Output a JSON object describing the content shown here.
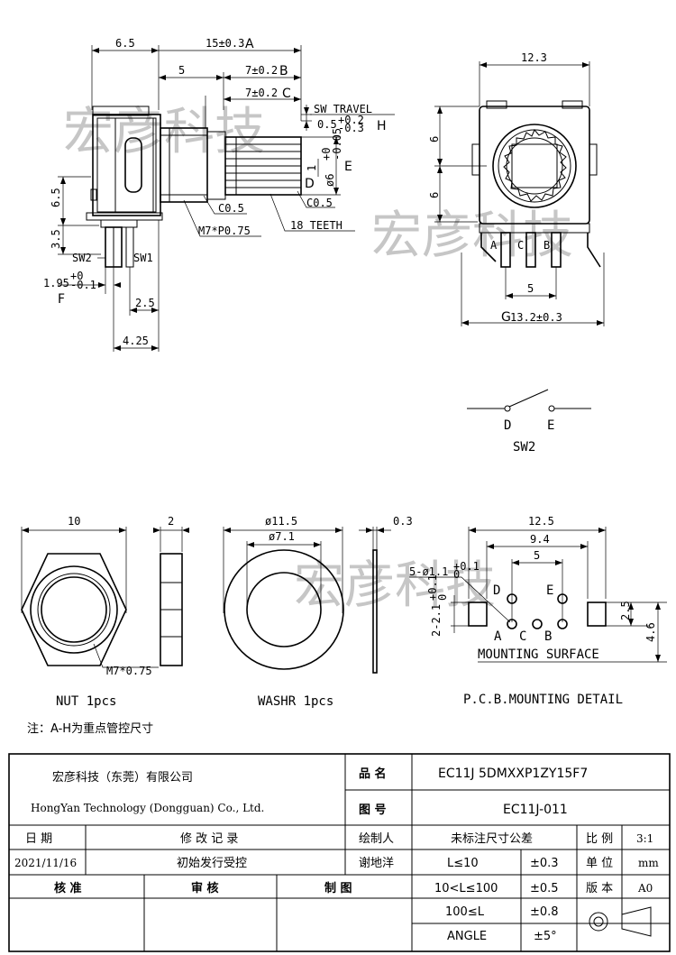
{
  "side_view": {
    "dims": {
      "d6_5_top": "6.5",
      "d15": "15±0.3",
      "lblA": "A",
      "d5": "5",
      "d7B": "7±0.2",
      "lblB": "B",
      "d7C": "7±0.2",
      "lblC": "C",
      "sw_travel": "SW TRAVEL",
      "sw_travel_tol": "0.5",
      "sw_travel_plus": "+0.2",
      "sw_travel_minus": "-0.3",
      "lblH": "H",
      "d1": "1",
      "dia6": "ø6",
      "dia6_plus": "+0",
      "dia6_minus": "-0.05",
      "lblE": "E",
      "lblD": "D",
      "c05a": "C0.5",
      "c05b": "C0.5",
      "d6_5_left": "6.5",
      "m7": "M7*P0.75",
      "teeth": "18 TEETH",
      "d3_5": "3.5",
      "sw2": "SW2",
      "sw1": "SW1",
      "d1_95": "1.95",
      "d1_95_plus": "+0",
      "d1_95_minus": "-0.1",
      "lblF": "F",
      "d2_5": "2.5",
      "d4_25": "4.25"
    }
  },
  "front_view": {
    "dims": {
      "w12_3": "12.3",
      "h6a": "6",
      "h6b": "6",
      "pinA": "A",
      "pinC": "C",
      "pinB": "B",
      "pitch5": "5",
      "lblG": "G",
      "w13_2": "13.2±0.3"
    }
  },
  "switch_diagram": {
    "pinD": "D",
    "pinE": "E",
    "label": "SW2"
  },
  "nut": {
    "w10": "10",
    "t2": "2",
    "thread": "M7*0.75",
    "caption": "NUT 1pcs"
  },
  "washer": {
    "d11_5": "ø11.5",
    "d7_1": "ø7.1",
    "t0_3": "0.3",
    "caption": "WASHR  1pcs"
  },
  "pcb": {
    "w12_5": "12.5",
    "w9_4": "9.4",
    "w5": "5",
    "holes": "5-ø1.1",
    "holes_plus": "+0.1",
    "holes_minus": "0",
    "slot": "2-2.1",
    "slot_plus": "+0.1",
    "slot_minus": "0",
    "pinD": "D",
    "pinE": "E",
    "pinA": "A",
    "pinC": "C",
    "pinB": "B",
    "h2_5": "2.5",
    "h4_6": "4.6",
    "surface": "MOUNTING SURFACE",
    "caption": "P.C.B.MOUNTING DETAIL"
  },
  "note": "注：A-H为重点管控尺寸",
  "watermark": "宏彦科技",
  "title_block": {
    "company_cn": "宏彦科技（东莞）有限公司",
    "company_en": "HongYan Technology (Dongguan) Co., Ltd.",
    "part_name_label": "品 名",
    "part_name": "EC11J 5DMXXP1ZY15F7",
    "drawing_no_label": "图 号",
    "drawing_no": "EC11J-011",
    "date_label": "日  期",
    "revision_label": "修 改 记 录",
    "drafter_label": "绘制人",
    "tolerance_title": "未标注尺寸公差",
    "scale_label": "比 例",
    "scale": "3:1",
    "date": "2021/11/16",
    "revision": "初始发行受控",
    "drafter": "谢地洋",
    "tol_rows": [
      {
        "range": "L≤10",
        "tol": "±0.3"
      },
      {
        "range": "10<L≤100",
        "tol": "±0.5"
      },
      {
        "range": "100≤L",
        "tol": "±0.8"
      },
      {
        "range": "ANGLE",
        "tol": "±5°"
      }
    ],
    "unit_label": "单 位",
    "unit": "mm",
    "version_label": "版 本",
    "version": "A0",
    "check_label": "核  准",
    "review_label": "审  核",
    "draw_label": "制  图"
  }
}
